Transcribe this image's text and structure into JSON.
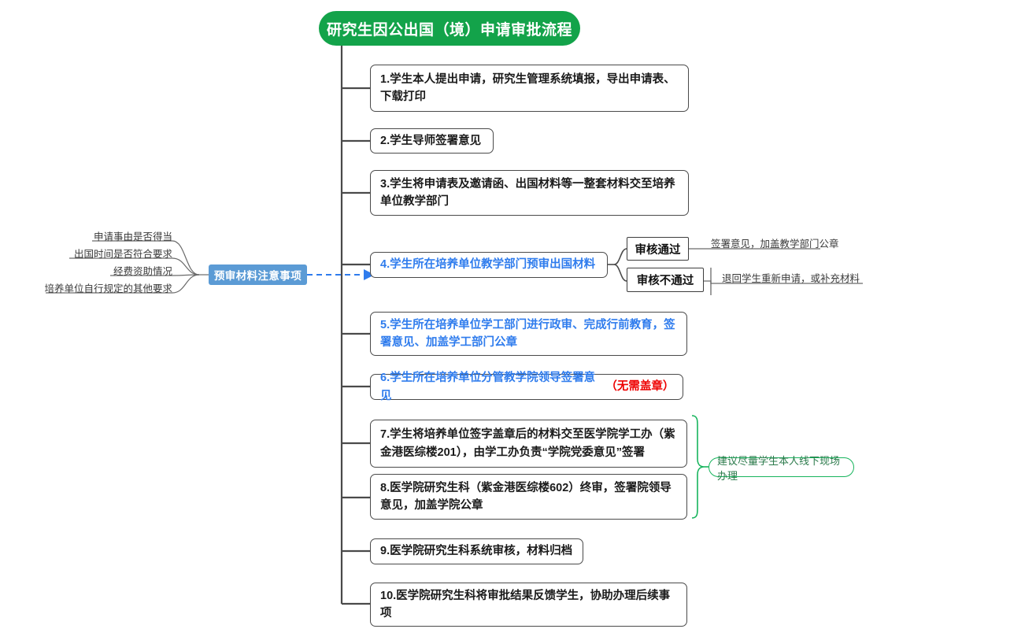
{
  "diagram": {
    "title": "研究生因公出国（境）申请审批流程",
    "title_color": "#13a34a",
    "accent_blue": "#2f7ced",
    "accent_red": "#ee0000",
    "accent_green": "#16b45c",
    "callout_blue": "#5b9bd5",
    "trunk_color": "#4a4a4a"
  },
  "steps": [
    {
      "id": 1,
      "text": "1.学生本人提出申请，研究生管理系统填报，导出申请表、下载打印"
    },
    {
      "id": 2,
      "text": "2.学生导师签署意见"
    },
    {
      "id": 3,
      "text": "3.学生将申请表及邀请函、出国材料等一整套材料交至培养单位教学部门"
    },
    {
      "id": 4,
      "text": "4.学生所在培养单位教学部门预审出国材料"
    },
    {
      "id": 5,
      "text": "5.学生所在培养单位学工部门进行政审、完成行前教育，签署意见、加盖学工部门公章"
    },
    {
      "id": 6,
      "text": "6.学生所在培养单位分管教学院领导签署意见",
      "note": "（无需盖章）"
    },
    {
      "id": 7,
      "text": "7.学生将培养单位签字盖章后的材料交至医学院学工办（紫金港医综楼201），由学工办负责“学院党委意见”签署"
    },
    {
      "id": 8,
      "text": "8.医学院研究生科（紫金港医综楼602）终审，签署院领导意见，加盖学院公章"
    },
    {
      "id": 9,
      "text": "9.医学院研究生科系统审核，材料归档"
    },
    {
      "id": 10,
      "text": "10.医学院研究生科将审批结果反馈学生，协助办理后续事项"
    }
  ],
  "review_branch": {
    "pass": {
      "label": "审核通过",
      "outcome": "签署意见，加盖教学部门公章"
    },
    "fail": {
      "label": "审核不通过",
      "outcome": "退回学生重新申请，或补充材料"
    }
  },
  "precheck_callout": {
    "label": "预审材料注意事项",
    "items": [
      "申请事由是否得当",
      "出国时间是否符合要求",
      "经费资助情况",
      "培养单位自行规定的其他要求"
    ]
  },
  "offline_note": {
    "text": "建议尽量学生本人线下现场办理"
  }
}
